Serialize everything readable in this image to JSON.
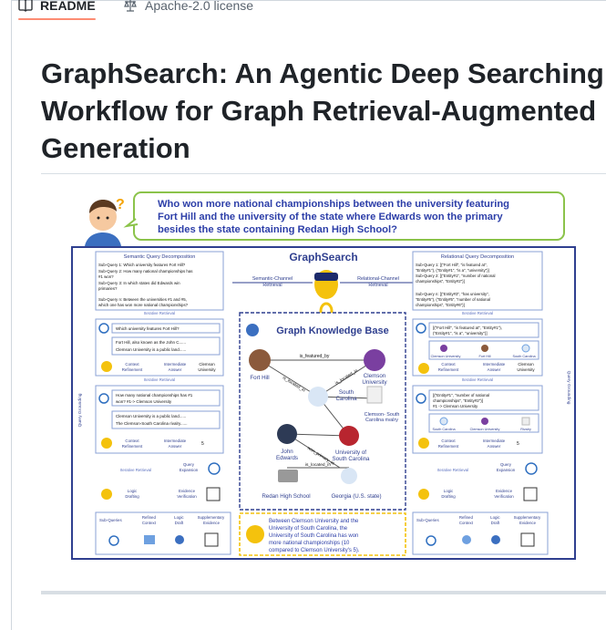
{
  "tabs": {
    "readme_label": "README",
    "license_label": "Apache-2.0 license"
  },
  "readme": {
    "title": "GraphSearch: An Agentic Deep Searching Workflow for Graph Retrieval-Augmented Generation"
  },
  "figure": {
    "question": [
      "Who won more national championships between the university featuring",
      "Fort Hill and the university of the state where Edwards won the primary",
      "besides the state containing Redan High School?"
    ],
    "graphsearch_title": "GraphSearch",
    "semantic_header": "Semantic Query Decomposition",
    "relational_header": "Relational Query Decomposition",
    "semantic_channel": [
      "Semantic-Channel",
      "Retrieval"
    ],
    "relational_channel": [
      "Relational-Channel",
      "Retrieval"
    ],
    "kb_title": "Graph Knowledge Base",
    "left_subqueries": [
      "Sub-Query 1: Which university features Fort Hill?",
      "Sub-Query 2: How many national championships has",
      "#1 won?",
      "Sub-Query 3: In which states did Edwards win",
      "primaries?",
      "Sub-Query n: Between the universities #1 and #5,",
      "which one has won more national championships?"
    ],
    "right_subqueries": [
      "Sub-Query 1: [(\"Fort Hill\", \"is featured at\",",
      "\"Entity#1\"), (\"Entity#1\", \"is a\", \"university\")]",
      "Sub-Query 2: [(\"Entity#1\", \"number of national",
      "championships\", \"Entity#2\")]",
      "Sub-Query n: [(\"Entity#3\", \"has university\",",
      "\"Entity#5\"), (\"Entity#5\", \"number of national",
      "championships\", \"Entity#6\")]"
    ],
    "iterative_retrieval": "Iterative Retrieval",
    "query_grounding": "Query Grounding",
    "left_q1": "Which university features Fort Hill?",
    "left_ev1": [
      "Fort Hill, also known as the John C......",
      "Clemson University is a public land......"
    ],
    "context_refinement": [
      "Context",
      "Refinement"
    ],
    "intermediate_answer": [
      "Intermediate",
      "Answer"
    ],
    "answer_clemson": [
      "Clemson",
      "University"
    ],
    "left_q2": [
      "How many national championships has #1",
      "won? #1-> Clemson University"
    ],
    "left_ev2": [
      "Clemson University is a public land......",
      "The Clemson-South Carolina rivalry......"
    ],
    "answer_five": "5",
    "right_q1": [
      "[(\"Fort Hill\", \"is featured at\", \"Entity#1\"),",
      "(\"Entity#1\", \"is a\", \"university\")]"
    ],
    "right_q1_labels": [
      "Clemson University",
      "Fort Hill",
      "South Carolina"
    ],
    "right_q2": [
      "[(\"Entity#1\", \"number of national",
      "championships\", \"Entity#2\")]",
      "#1 -> Clemson University"
    ],
    "right_q2_labels": [
      "South Carolina",
      "Clemson University",
      "Rivalry"
    ],
    "query_expansion": [
      "Query",
      "Expansion"
    ],
    "logic_drafting": [
      "Logic",
      "Drafting"
    ],
    "evidence_verification": [
      "Evidence",
      "Verification"
    ],
    "bottom_labels": [
      "Sub-Queries",
      "Refined Context",
      "Logic Draft",
      "Supplementary Evidence"
    ],
    "bottom_left_labels": [
      [
        "Sub-Queries"
      ],
      [
        "Refined",
        "Context"
      ],
      [
        "Logic",
        "Draft"
      ],
      [
        "Supplementary",
        "Evidence"
      ]
    ],
    "kg_nodes": {
      "fort_hill": "Fort Hill",
      "clemson": [
        "Clemson",
        "University"
      ],
      "south_carolina": [
        "South",
        "Carolina"
      ],
      "rivalry": [
        "Clemson- South",
        "Carolina rivalry"
      ],
      "john_edwards": [
        "John",
        "Edwards"
      ],
      "usc": [
        "University of",
        "South Carolina"
      ],
      "redan": "Redan High School",
      "georgia": "Georgia (U.S. state)"
    },
    "kg_edges": {
      "is_featured_by": "is_featured_by",
      "is_located_in_1": "is_located_in",
      "is_located_in_2": "is_located_in",
      "is_located_in_3": "is_located_in",
      "won_primary_in": "won_primary_in"
    },
    "answer_text": [
      "Between Clemson University and the",
      "University of South Carolina, the",
      "University of South Carolina has won",
      "more national championships (10",
      "compared to Clemson University's 5)."
    ],
    "colors": {
      "navy": "#2f3f8f",
      "green_border": "#8bc34a",
      "answer_border": "#f4c20d",
      "question_text": "#2c3ea8"
    }
  }
}
